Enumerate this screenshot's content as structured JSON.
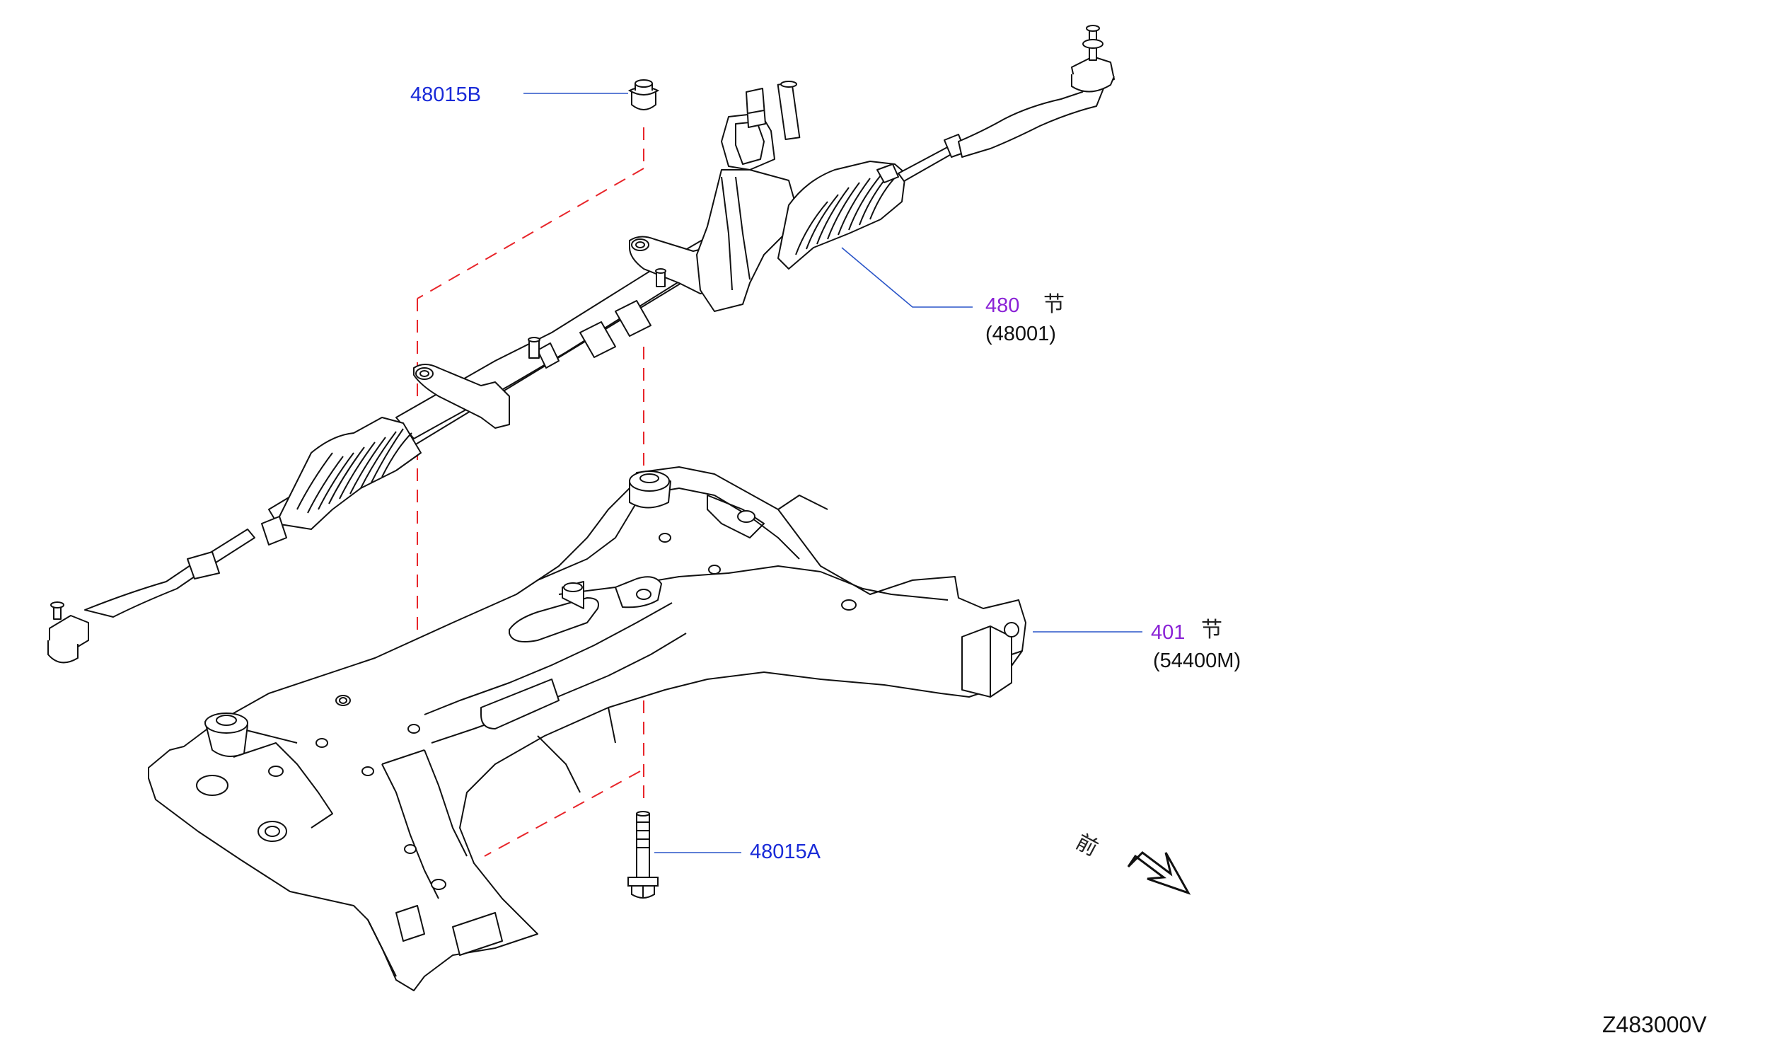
{
  "callouts": {
    "nut": {
      "part_no": "48015B"
    },
    "gear": {
      "ref_no": "480",
      "mark": "节",
      "sub_no": "(48001)"
    },
    "member": {
      "ref_no": "401",
      "mark": "节",
      "sub_no": "(54400M)"
    },
    "bolt": {
      "part_no": "48015A"
    }
  },
  "front_indicator": {
    "text": "前"
  },
  "diagram_code": "Z483000V",
  "colors": {
    "part_link": "#1a2bd8",
    "ref_link": "#8a22d6",
    "dash": "#e8252a",
    "leader": "#2a55c8",
    "ink": "#111111"
  }
}
